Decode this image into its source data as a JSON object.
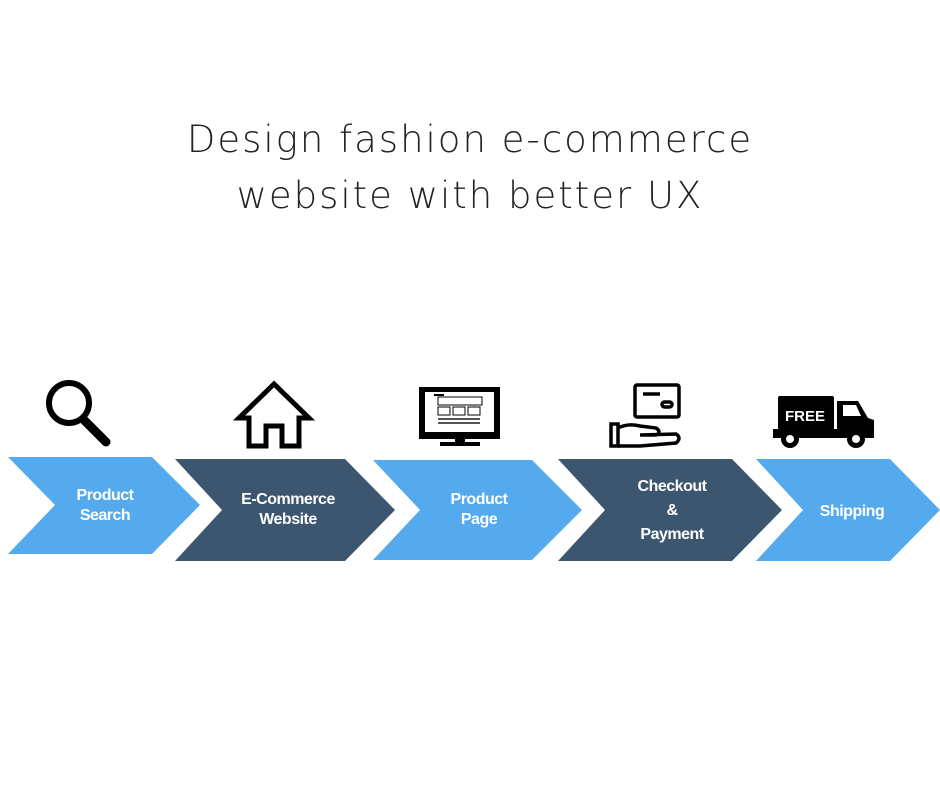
{
  "title": {
    "line1": "Design fashion e-commerce",
    "line2": "website with better UX"
  },
  "colors": {
    "light": "#55aaee",
    "dark": "#3d5670"
  },
  "steps": [
    {
      "lines": [
        "Product",
        "Search"
      ],
      "icon": "search-icon"
    },
    {
      "lines": [
        "E-Commerce",
        "Website"
      ],
      "icon": "house-icon"
    },
    {
      "lines": [
        "Product",
        "Page"
      ],
      "icon": "monitor-icon"
    },
    {
      "lines": [
        "Checkout",
        "&",
        "Payment"
      ],
      "icon": "card-hand-icon"
    },
    {
      "lines": [
        "Shipping"
      ],
      "icon": "truck-icon"
    }
  ],
  "truck_label": "FREE"
}
